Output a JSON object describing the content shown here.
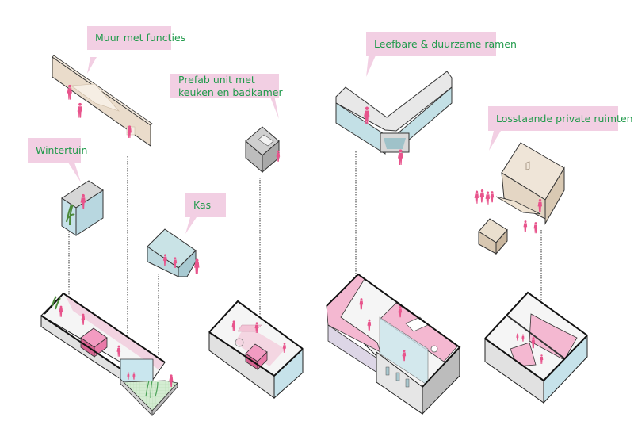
{
  "diagram": {
    "theme": {
      "label_text_color": "#1f9a4a",
      "callout_fill": "#f2cfe3",
      "figure_color": "#e8548c",
      "interior_pink": "#f4b8d1",
      "glass_blue": "#bfe0e8",
      "wood_beige": "#e6d8c8",
      "concrete_grey": "#d9d9d9"
    },
    "callouts": [
      {
        "id": "muur",
        "lines": [
          "Muur met functies"
        ]
      },
      {
        "id": "prefab",
        "lines": [
          "Prefab unit met",
          "keuken en badkamer"
        ]
      },
      {
        "id": "wintertuin",
        "lines": [
          "Wintertuin"
        ]
      },
      {
        "id": "kas",
        "lines": [
          "Kas"
        ]
      },
      {
        "id": "ramen",
        "lines": [
          "Leefbare & duurzame ramen"
        ]
      },
      {
        "id": "ruimten",
        "lines": [
          "Losstaande private ruimten"
        ]
      }
    ],
    "components": [
      {
        "name": "wall-with-functions",
        "material": "wood"
      },
      {
        "name": "prefab-kitchen-bathroom-unit",
        "material": "grey"
      },
      {
        "name": "winter-garden",
        "material": "glass"
      },
      {
        "name": "greenhouse",
        "material": "glass"
      },
      {
        "name": "habitable-window-frame",
        "material": "concrete"
      },
      {
        "name": "detached-private-rooms",
        "material": "wood"
      }
    ],
    "buildings": [
      {
        "name": "building-1",
        "components": [
          "wintertuin",
          "muur",
          "kas"
        ]
      },
      {
        "name": "building-2",
        "components": [
          "prefab"
        ]
      },
      {
        "name": "building-3",
        "components": [
          "ramen"
        ]
      },
      {
        "name": "building-4",
        "components": [
          "ruimten"
        ]
      }
    ]
  }
}
